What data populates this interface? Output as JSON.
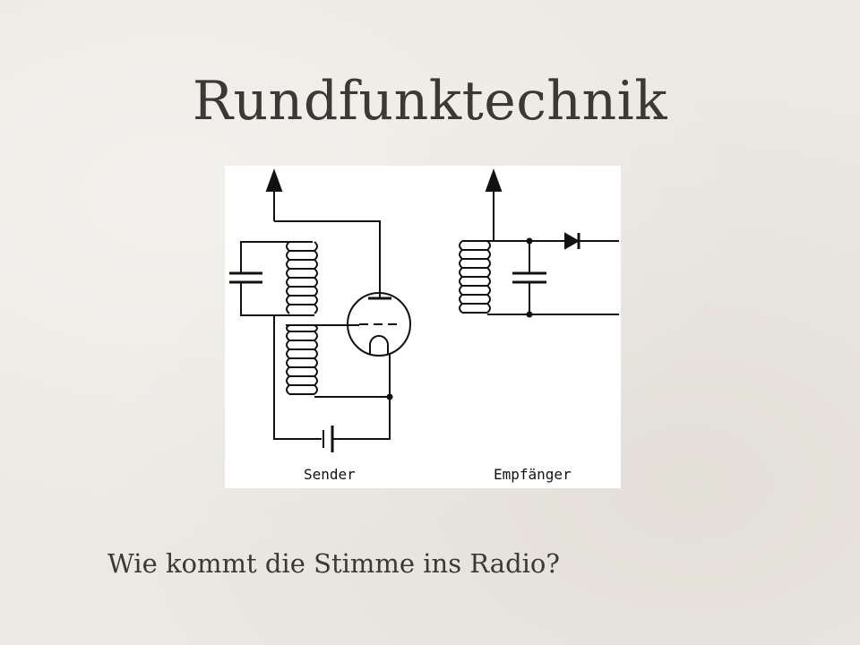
{
  "slide": {
    "title": "Rundfunktechnik",
    "subtitle": "Wie kommt die Stimme ins Radio?"
  },
  "diagram": {
    "sender_label": "Sender",
    "receiver_label": "Empfänger"
  }
}
